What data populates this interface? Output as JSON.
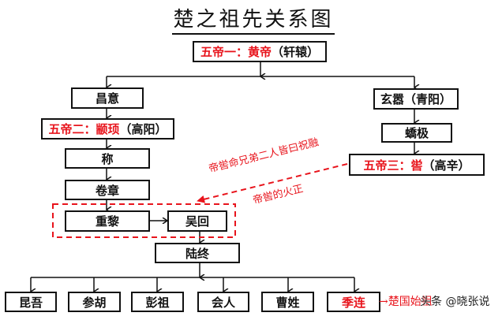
{
  "title": "楚之祖先关系图",
  "nodes": {
    "huangdi": {
      "red": "五帝一：黄帝",
      "black": "（轩辕）"
    },
    "changyi": {
      "black": "昌意"
    },
    "xuanxiao": {
      "black": "玄嚣（青阳）"
    },
    "zhuanxu": {
      "red": "五帝二：颛顼",
      "black": "（高阳）"
    },
    "jiaoji": {
      "black": "蟜极"
    },
    "cheng": {
      "black": "称"
    },
    "ku": {
      "red": "五帝三：喾",
      "black": "（高辛）"
    },
    "juanzhang": {
      "black": "卷章"
    },
    "chongli": {
      "black": "重黎"
    },
    "wuhui": {
      "black": "吴回"
    },
    "luzhong": {
      "black": "陆终"
    }
  },
  "children": [
    "昆吾",
    "参胡",
    "彭祖",
    "会人",
    "曹姓",
    "季连"
  ],
  "children_red_index": 5,
  "annotations": {
    "note1": "帝喾命兄弟二人皆曰祝融",
    "note2": "帝喾的火正",
    "trail": "→楚国始祖",
    "watermark": "头条 @晓张说"
  },
  "colors": {
    "accent": "#e8141c",
    "line": "#111111"
  }
}
